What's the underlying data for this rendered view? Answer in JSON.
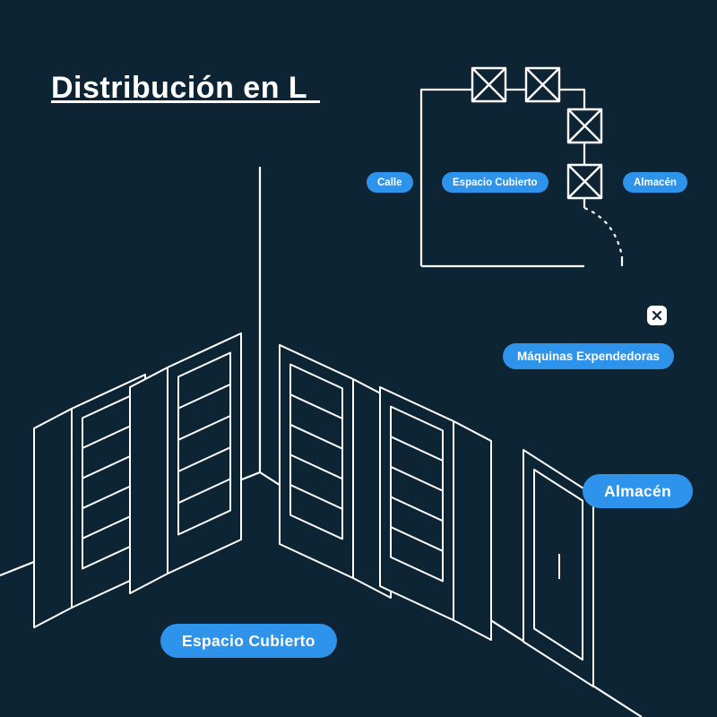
{
  "title": "Distribución en L",
  "colors": {
    "background": "#0d2434",
    "accent_blue": "#2e93ea",
    "line_white": "#ffffff"
  },
  "icons": {
    "vending_machine_icon": "x-in-rounded-square"
  },
  "floor_plan": {
    "labels": {
      "calle": "Calle",
      "espacio_cubierto": "Espacio Cubierto",
      "almacen": "Almacén"
    }
  },
  "legend": {
    "maquinas_expendedoras": "Máquinas Expendedoras"
  },
  "scene": {
    "labels": {
      "almacen": "Almacén",
      "espacio_cubierto": "Espacio Cubierto"
    }
  }
}
